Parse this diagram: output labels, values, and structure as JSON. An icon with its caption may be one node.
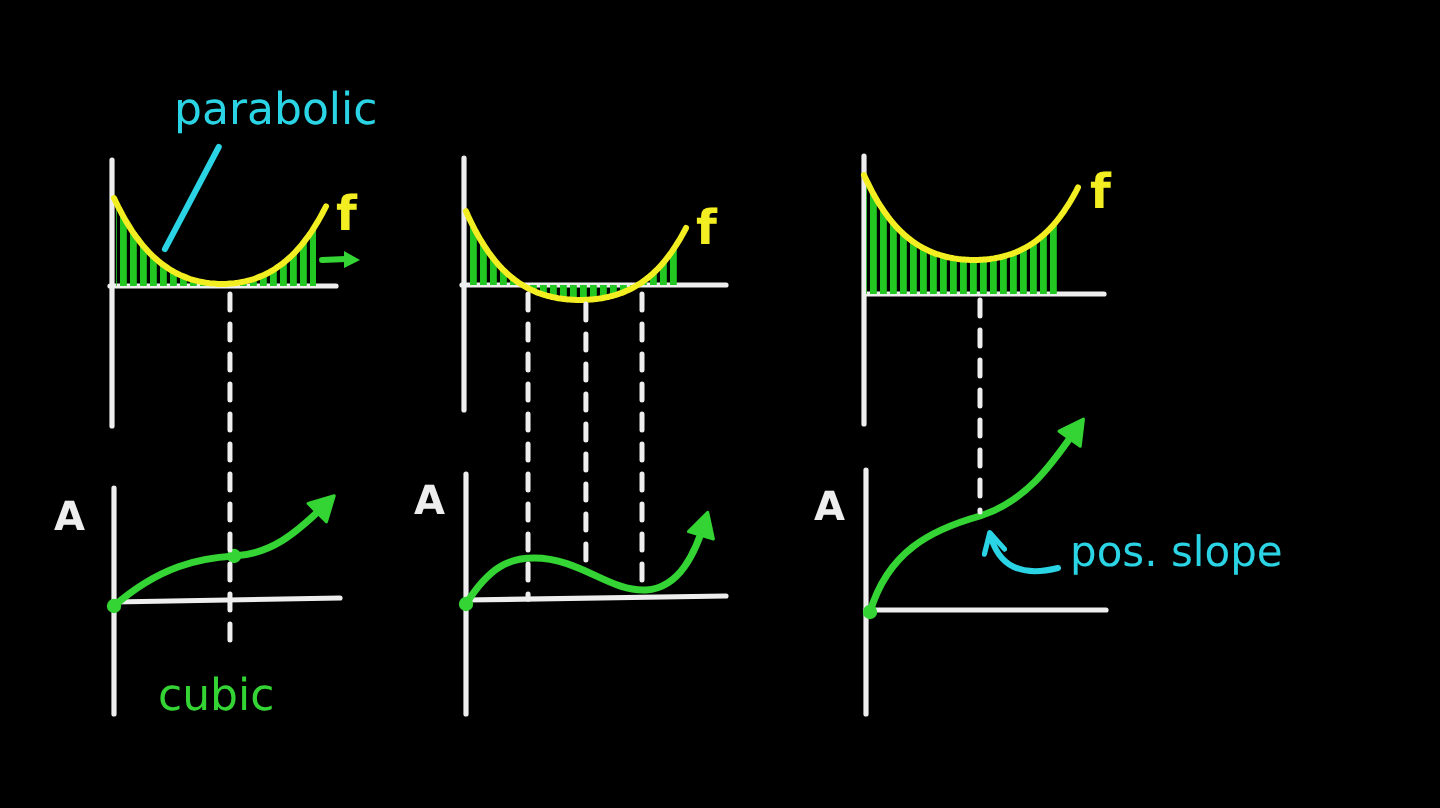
{
  "diagram": {
    "nodes": [
      {
        "text": [
          "parabolic"
        ]
      },
      {
        "text": [],
        "shape": "curve",
        "beside": [
          "f"
        ]
      },
      {
        "text": [],
        "shape": "curve",
        "beside": [
          "f"
        ]
      },
      {
        "text": [],
        "shape": "curve",
        "beside": [
          "f"
        ]
      },
      {
        "text": [],
        "shape": "curve"
      },
      {
        "text": [],
        "shape": "curve"
      },
      {
        "text": [],
        "shape": "curve"
      },
      {
        "text": [
          "pos. slope"
        ]
      }
    ],
    "edges": [
      {
        "from": 0,
        "to": 1,
        "arrow": "none",
        "color": "#2bd4e4"
      },
      {
        "from": 1,
        "to": 4,
        "arrow": "none",
        "style": "dashed"
      },
      {
        "from": 2,
        "to": 5,
        "arrow": "none",
        "style": "dashed"
      },
      {
        "from": 2,
        "to": 5,
        "arrow": "none",
        "style": "dashed"
      },
      {
        "from": 2,
        "to": 5,
        "arrow": "none",
        "style": "dashed"
      },
      {
        "from": 3,
        "to": 6,
        "arrow": "none",
        "style": "dashed"
      },
      {
        "from": 7,
        "to": 6,
        "arrow": "to",
        "color": "#2bd4e4"
      }
    ],
    "labels": [
      "A",
      "A",
      "A",
      "cubic"
    ]
  }
}
